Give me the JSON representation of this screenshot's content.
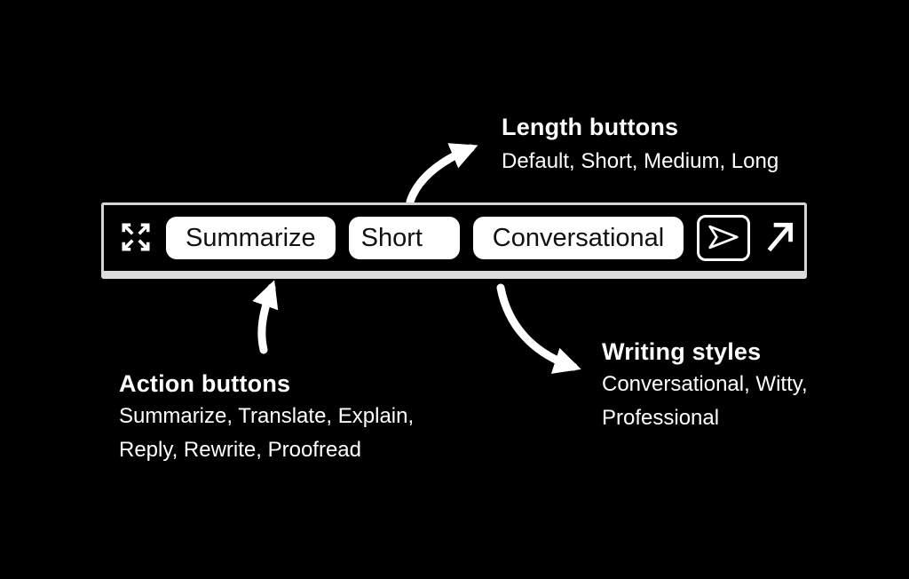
{
  "colors": {
    "background": "#000000",
    "toolbar_border": "#d5d5d5",
    "toolbar_fill": "#000000",
    "pill_fill": "#ffffff",
    "pill_text": "#111111",
    "annotation_text": "#ffffff"
  },
  "toolbar": {
    "expand_icon": "expand-icon",
    "buttons": {
      "action": "Summarize",
      "length": "Short",
      "tone": "Conversational"
    },
    "send_icon": "paper-plane-icon",
    "open_icon": "arrow-up-right-icon"
  },
  "annotations": {
    "length": {
      "title": "Length buttons",
      "options": "Default, Short, Medium, Long"
    },
    "action": {
      "title": "Action buttons",
      "options_line1": "Summarize, Translate, Explain,",
      "options_line2": "Reply, Rewrite, Proofread"
    },
    "tone": {
      "title": "Writing styles",
      "options_line1": "Conversational, Witty,",
      "options_line2": "Professional"
    }
  }
}
